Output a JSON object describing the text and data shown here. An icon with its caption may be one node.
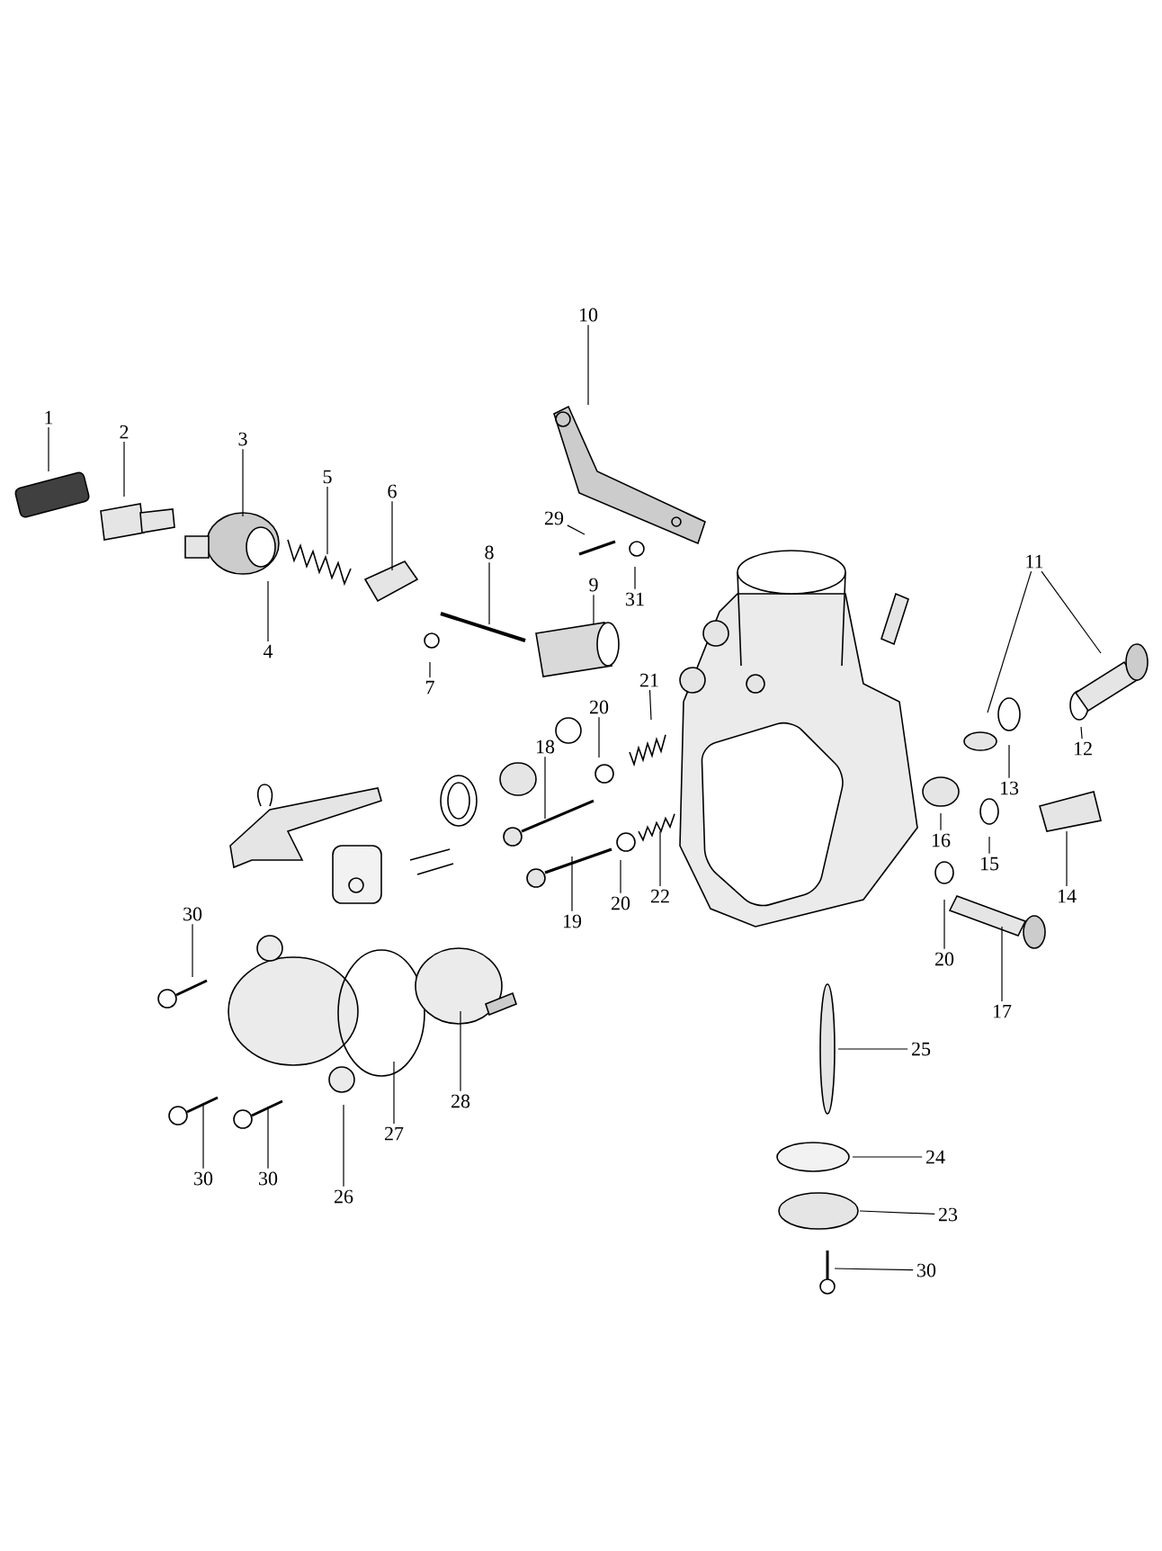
{
  "diagram": {
    "nodes": [
      {
        "text": [
          "10"
        ]
      },
      {
        "text": [
          "1"
        ]
      },
      {
        "text": [
          "2"
        ]
      },
      {
        "text": [
          "3"
        ]
      },
      {
        "text": [
          "5"
        ]
      },
      {
        "text": [
          "6"
        ]
      },
      {
        "text": [
          "29"
        ]
      },
      {
        "text": [
          "8"
        ]
      },
      {
        "text": [
          "11"
        ]
      },
      {
        "text": [
          "9"
        ]
      },
      {
        "text": [
          "31"
        ]
      },
      {
        "text": [
          "4"
        ]
      },
      {
        "text": [
          "21"
        ]
      },
      {
        "text": [
          "7"
        ]
      },
      {
        "text": [
          "20"
        ]
      },
      {
        "text": [
          "18"
        ]
      },
      {
        "text": [
          "12"
        ]
      },
      {
        "text": [
          "13"
        ]
      },
      {
        "text": [
          "16"
        ]
      },
      {
        "text": [
          "15"
        ]
      },
      {
        "text": [
          "14"
        ]
      },
      {
        "text": [
          "22"
        ]
      },
      {
        "text": [
          "20"
        ]
      },
      {
        "text": [
          "30"
        ]
      },
      {
        "text": [
          "19"
        ]
      },
      {
        "text": [
          "20"
        ]
      },
      {
        "text": [
          "17"
        ]
      },
      {
        "text": [
          "25"
        ]
      },
      {
        "text": [
          "28"
        ]
      },
      {
        "text": [
          "27"
        ]
      },
      {
        "text": [
          "24"
        ]
      },
      {
        "text": [
          "30"
        ]
      },
      {
        "text": [
          "30"
        ]
      },
      {
        "text": [
          "26"
        ]
      },
      {
        "text": [
          "23"
        ]
      },
      {
        "text": [
          "30"
        ]
      }
    ],
    "edges": [
      {
        "from": 0,
        "to": null,
        "arrow": "none"
      },
      {
        "from": 1,
        "to": null,
        "arrow": "none"
      },
      {
        "from": 2,
        "to": null,
        "arrow": "none"
      },
      {
        "from": 3,
        "to": null,
        "arrow": "none"
      },
      {
        "from": 4,
        "to": null,
        "arrow": "none"
      },
      {
        "from": 5,
        "to": null,
        "arrow": "none"
      },
      {
        "from": 6,
        "to": null,
        "arrow": "none"
      },
      {
        "from": 7,
        "to": null,
        "arrow": "none"
      },
      {
        "from": 8,
        "to": null,
        "arrow": "none"
      },
      {
        "from": 8,
        "to": null,
        "arrow": "none"
      },
      {
        "from": 9,
        "to": null,
        "arrow": "none"
      },
      {
        "from": 10,
        "to": null,
        "arrow": "none"
      },
      {
        "from": 11,
        "to": null,
        "arrow": "none"
      },
      {
        "from": 12,
        "to": null,
        "arrow": "none"
      },
      {
        "from": 13,
        "to": null,
        "arrow": "none"
      },
      {
        "from": 14,
        "to": null,
        "arrow": "none"
      },
      {
        "from": 15,
        "to": null,
        "arrow": "none"
      },
      {
        "from": 16,
        "to": null,
        "arrow": "none"
      },
      {
        "from": 17,
        "to": null,
        "arrow": "none"
      },
      {
        "from": 18,
        "to": null,
        "arrow": "none"
      },
      {
        "from": 19,
        "to": null,
        "arrow": "none"
      },
      {
        "from": 20,
        "to": null,
        "arrow": "none"
      },
      {
        "from": 21,
        "to": null,
        "arrow": "none"
      },
      {
        "from": 22,
        "to": null,
        "arrow": "none"
      },
      {
        "from": 23,
        "to": null,
        "arrow": "none"
      },
      {
        "from": 24,
        "to": null,
        "arrow": "none"
      },
      {
        "from": 25,
        "to": null,
        "arrow": "none"
      },
      {
        "from": 26,
        "to": null,
        "arrow": "none"
      },
      {
        "from": 27,
        "to": null,
        "arrow": "none"
      },
      {
        "from": 28,
        "to": null,
        "arrow": "none"
      },
      {
        "from": 29,
        "to": null,
        "arrow": "none"
      },
      {
        "from": 30,
        "to": null,
        "arrow": "none"
      },
      {
        "from": 31,
        "to": null,
        "arrow": "none"
      },
      {
        "from": 32,
        "to": null,
        "arrow": "none"
      },
      {
        "from": 33,
        "to": null,
        "arrow": "none"
      },
      {
        "from": 34,
        "to": null,
        "arrow": "none"
      },
      {
        "from": 35,
        "to": null,
        "arrow": "none"
      }
    ]
  }
}
